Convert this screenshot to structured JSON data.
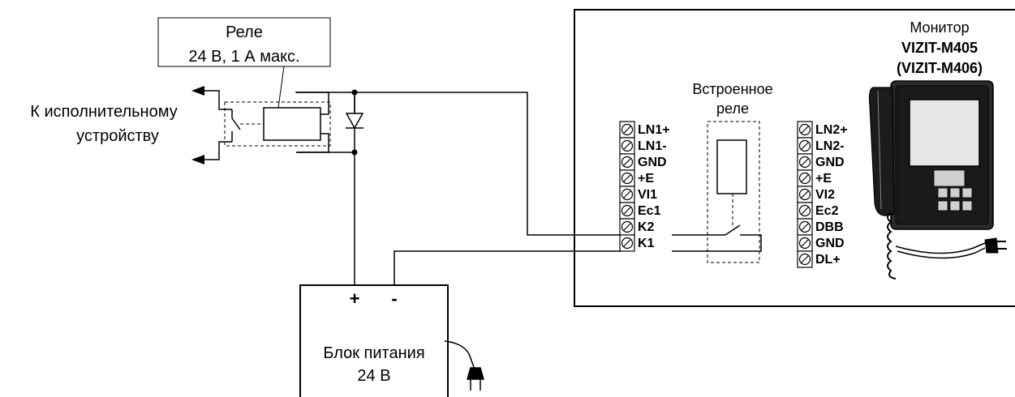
{
  "relay": {
    "title": "Реле",
    "rating": "24 В, 1 А макс."
  },
  "actuator_label": [
    "К исполнительному",
    "устройству"
  ],
  "builtin_relay_label": [
    "Встроенное",
    "реле"
  ],
  "monitor": {
    "title": "Монитор",
    "model": "VIZIT-M405",
    "model_alt": "(VIZIT-M406)"
  },
  "power_supply": {
    "title": "Блок питания",
    "voltage": "24 В",
    "plus": "+",
    "minus": "-"
  },
  "terminals_left": [
    "LN1+",
    "LN1-",
    "GND",
    "+E",
    "VI1",
    "Ec1",
    "K2",
    "K1"
  ],
  "terminals_right": [
    "LN2+",
    "LN2-",
    "GND",
    "+E",
    "VI2",
    "Ec2",
    "DBB",
    "GND",
    "DL+"
  ]
}
